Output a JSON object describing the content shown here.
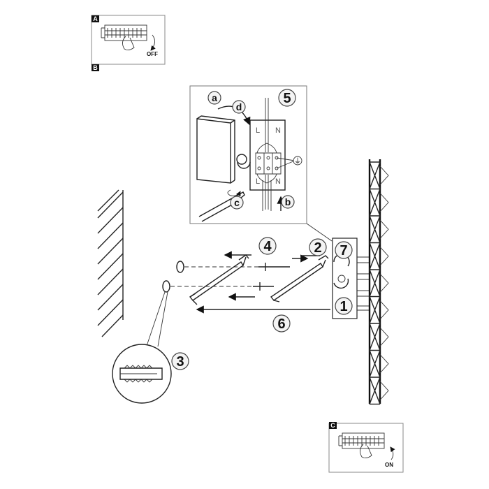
{
  "panels": {
    "switch_off": {
      "tag_top": "A",
      "tag_bottom": "B",
      "label": "OFF"
    },
    "switch_on": {
      "tag": "C",
      "label": "ON"
    }
  },
  "wiring_detail": {
    "step": "5",
    "callouts": {
      "a": "a",
      "b": "b",
      "c": "c",
      "d": "d"
    },
    "terminal_top_left": "L",
    "terminal_top_right": "N",
    "terminal_bottom_left": "L",
    "terminal_bottom_right": "N",
    "ground_symbol": "⏚"
  },
  "steps": {
    "s1": "1",
    "s2": "2",
    "s3": "3",
    "s4": "4",
    "s6": "6",
    "s7": "7"
  },
  "colors": {
    "line": "#222222",
    "callout_fill": "#f4f4f4",
    "tag_fill": "#111111"
  }
}
